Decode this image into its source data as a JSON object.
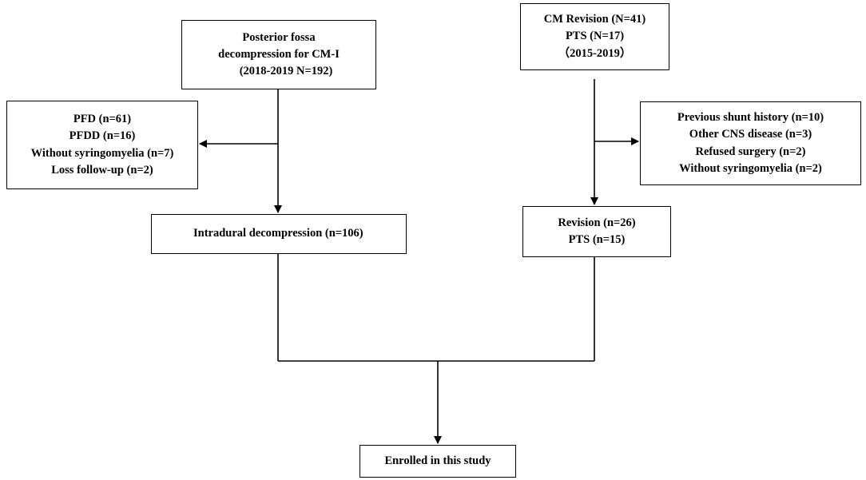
{
  "boxes": {
    "pfd": {
      "lines": [
        "Posterior fossa",
        "decompression for CM-I",
        "(2018-2019 N=192)"
      ]
    },
    "excluded_left": {
      "lines": [
        "PFD (n=61)",
        "PFDD (n=16)",
        "Without syringomyelia (n=7)",
        "Loss follow-up (n=2)"
      ]
    },
    "intradural": {
      "lines": [
        "Intradural decompression (n=106)"
      ]
    },
    "cm_revision": {
      "lines": [
        "CM Revision (N=41)",
        "PTS (N=17)",
        "（2015-2019）"
      ]
    },
    "excluded_right": {
      "lines": [
        "Previous shunt history (n=10)",
        "Other CNS disease (n=3)",
        "Refused surgery (n=2)",
        "Without syringomyelia (n=2)"
      ]
    },
    "revision": {
      "lines": [
        "Revision (n=26)",
        "PTS (n=15)"
      ]
    },
    "enrolled": {
      "lines": [
        "Enrolled in this study"
      ]
    }
  },
  "colors": {
    "stroke": "#000000",
    "background": "#ffffff",
    "text": "#000000"
  }
}
